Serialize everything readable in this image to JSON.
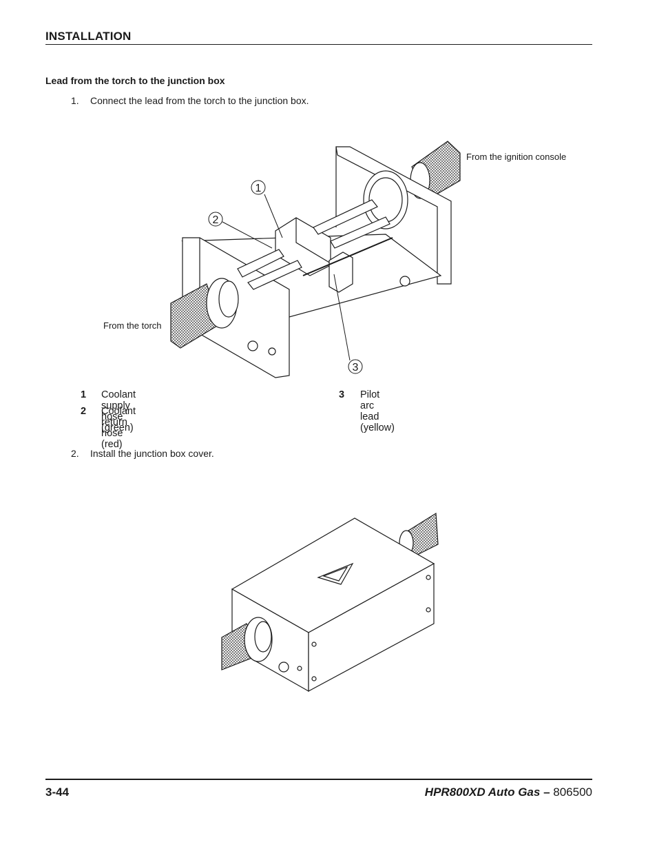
{
  "header": {
    "section": "INSTALLATION"
  },
  "section_title": "Lead from the torch to the junction box",
  "steps": [
    {
      "number": "1.",
      "text": "Connect the lead from the torch to the junction box."
    },
    {
      "number": "2.",
      "text": "Install the junction box cover."
    }
  ],
  "figure1": {
    "callouts": [
      "1",
      "2",
      "3"
    ],
    "caption_ignition": "From the ignition console",
    "caption_torch": "From the torch"
  },
  "legend": [
    {
      "number": "1",
      "text": "Coolant supply hose (green)"
    },
    {
      "number": "2",
      "text": "Coolant return hose (red)"
    },
    {
      "number": "3",
      "text": "Pilot arc lead (yellow)"
    }
  ],
  "footer": {
    "page": "3-44",
    "product": "HPR800XD Auto Gas",
    "separator": "–",
    "doc_number": "806500"
  }
}
